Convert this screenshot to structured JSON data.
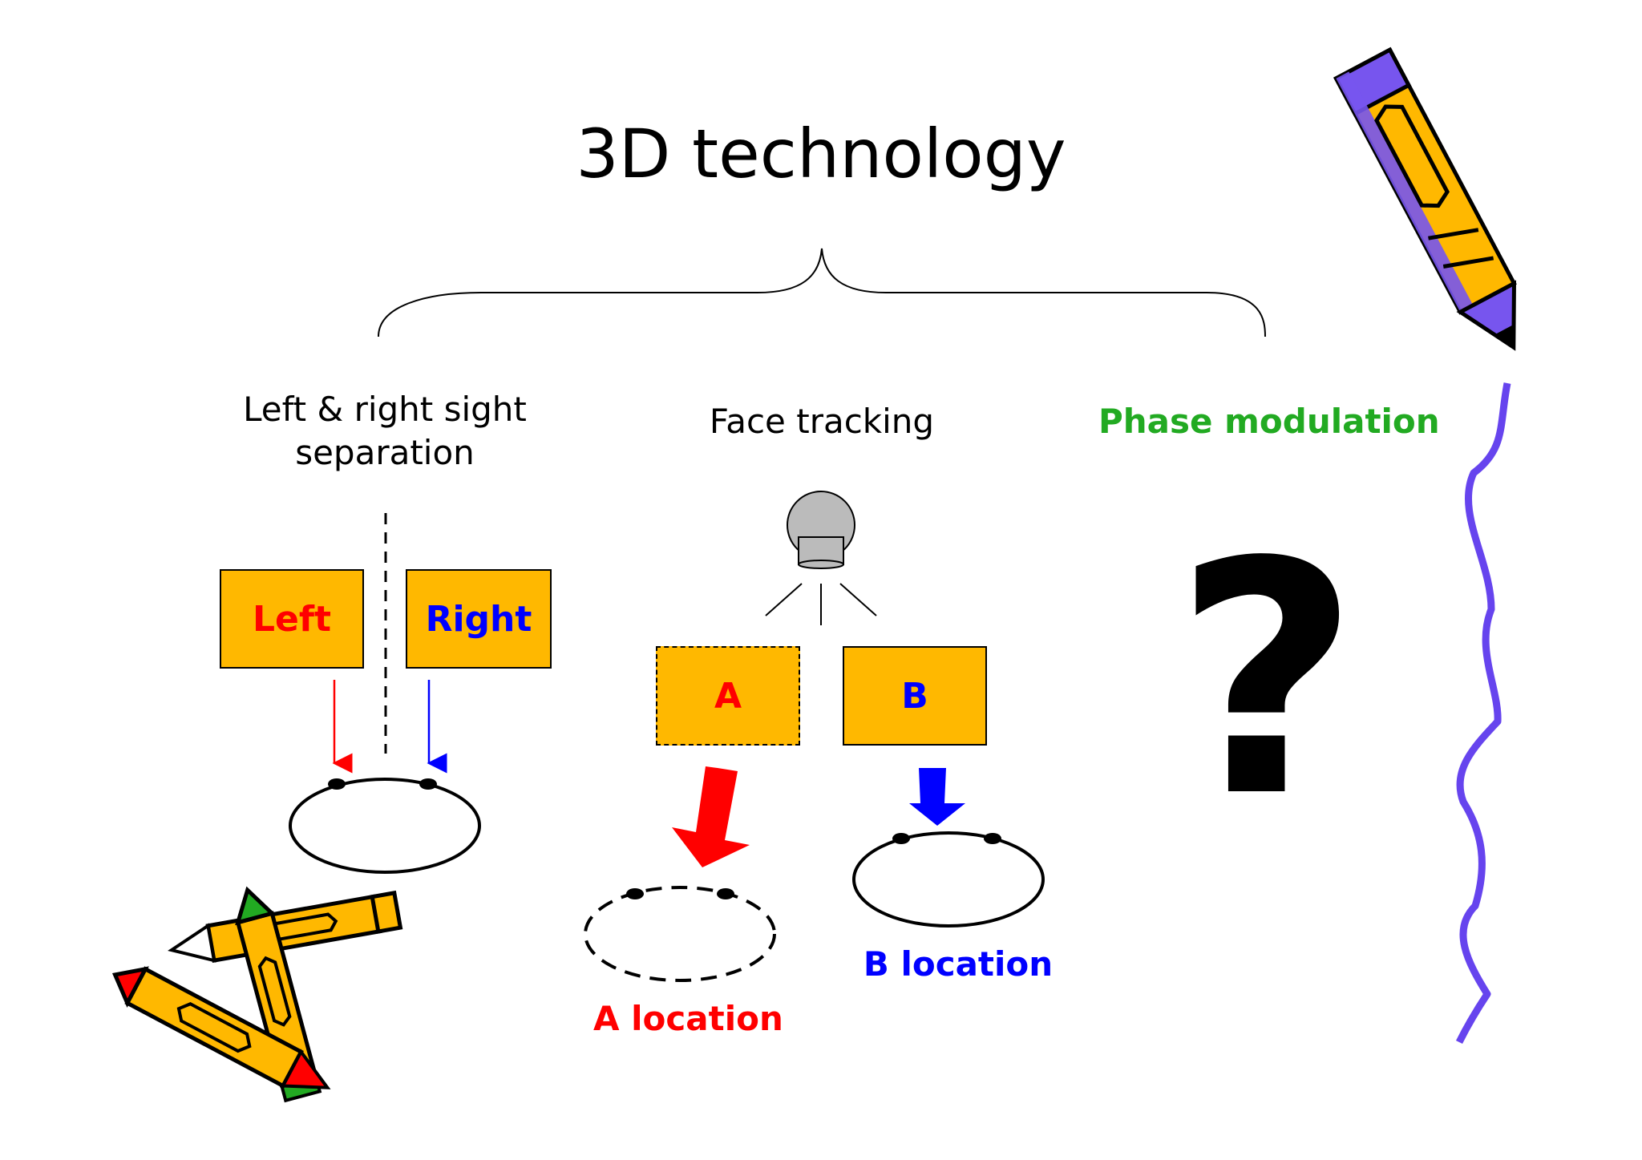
{
  "title": "3D technology",
  "branches": {
    "separation": {
      "label_line1": "Left & right sight",
      "label_line2": "separation",
      "left_box": "Left",
      "right_box": "Right"
    },
    "face_tracking": {
      "label": "Face tracking",
      "box_a": "A",
      "box_b": "B",
      "a_location": "A location",
      "b_location": "B location"
    },
    "phase_modulation": {
      "label": "Phase modulation",
      "symbol": "?"
    }
  },
  "colors": {
    "box_fill": "#FFB800",
    "red": "#FF0000",
    "blue": "#0000FF",
    "green": "#22AA22",
    "camera_grey": "#BBBBBB",
    "wavy_line": "#6644EE"
  },
  "icons": [
    "pencil-icon",
    "crossed-pencils-icon",
    "camera-icon"
  ]
}
